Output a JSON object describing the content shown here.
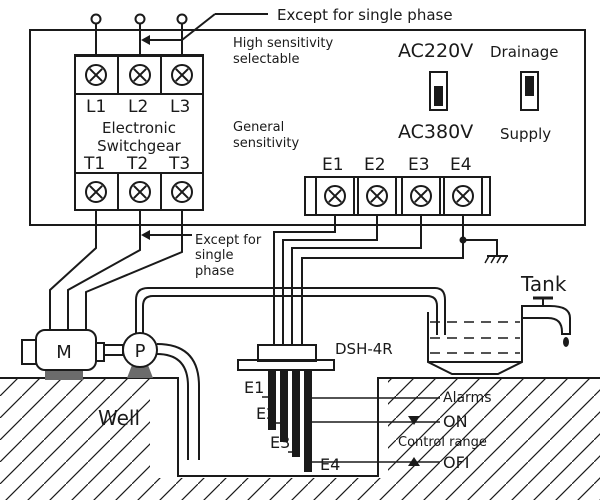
{
  "labels": {
    "except_single_phase_top": "Except for single phase",
    "high_sensitivity": [
      "High sensitivity",
      "selectable"
    ],
    "ac220v": "AC220V",
    "ac380v": "AC380V",
    "drainage": "Drainage",
    "supply": "Supply",
    "general_sensitivity": [
      "General",
      "sensitivity"
    ],
    "switchgear": {
      "inputs": [
        "L1",
        "L2",
        "L3"
      ],
      "outputs": [
        "T1",
        "T2",
        "T3"
      ],
      "name": [
        "Electronic",
        "Switchgear"
      ]
    },
    "electrodes": [
      "E1",
      "E2",
      "E3",
      "E4"
    ],
    "except_single_phase_bottom": [
      "Except for",
      "single",
      "phase"
    ],
    "tank": "Tank",
    "motor": "M",
    "pump": "P",
    "well": "Well",
    "probe_model": "DSH-4R",
    "probe_labels": [
      "E1",
      "E2",
      "E3",
      "E4"
    ],
    "alarms": "Alarms",
    "on": "ON",
    "control_range": "Control range",
    "off": "OFI"
  },
  "colors": {
    "ink": "#1a1a1a",
    "motor_base": "#6b6b6b",
    "background": "#ffffff"
  }
}
